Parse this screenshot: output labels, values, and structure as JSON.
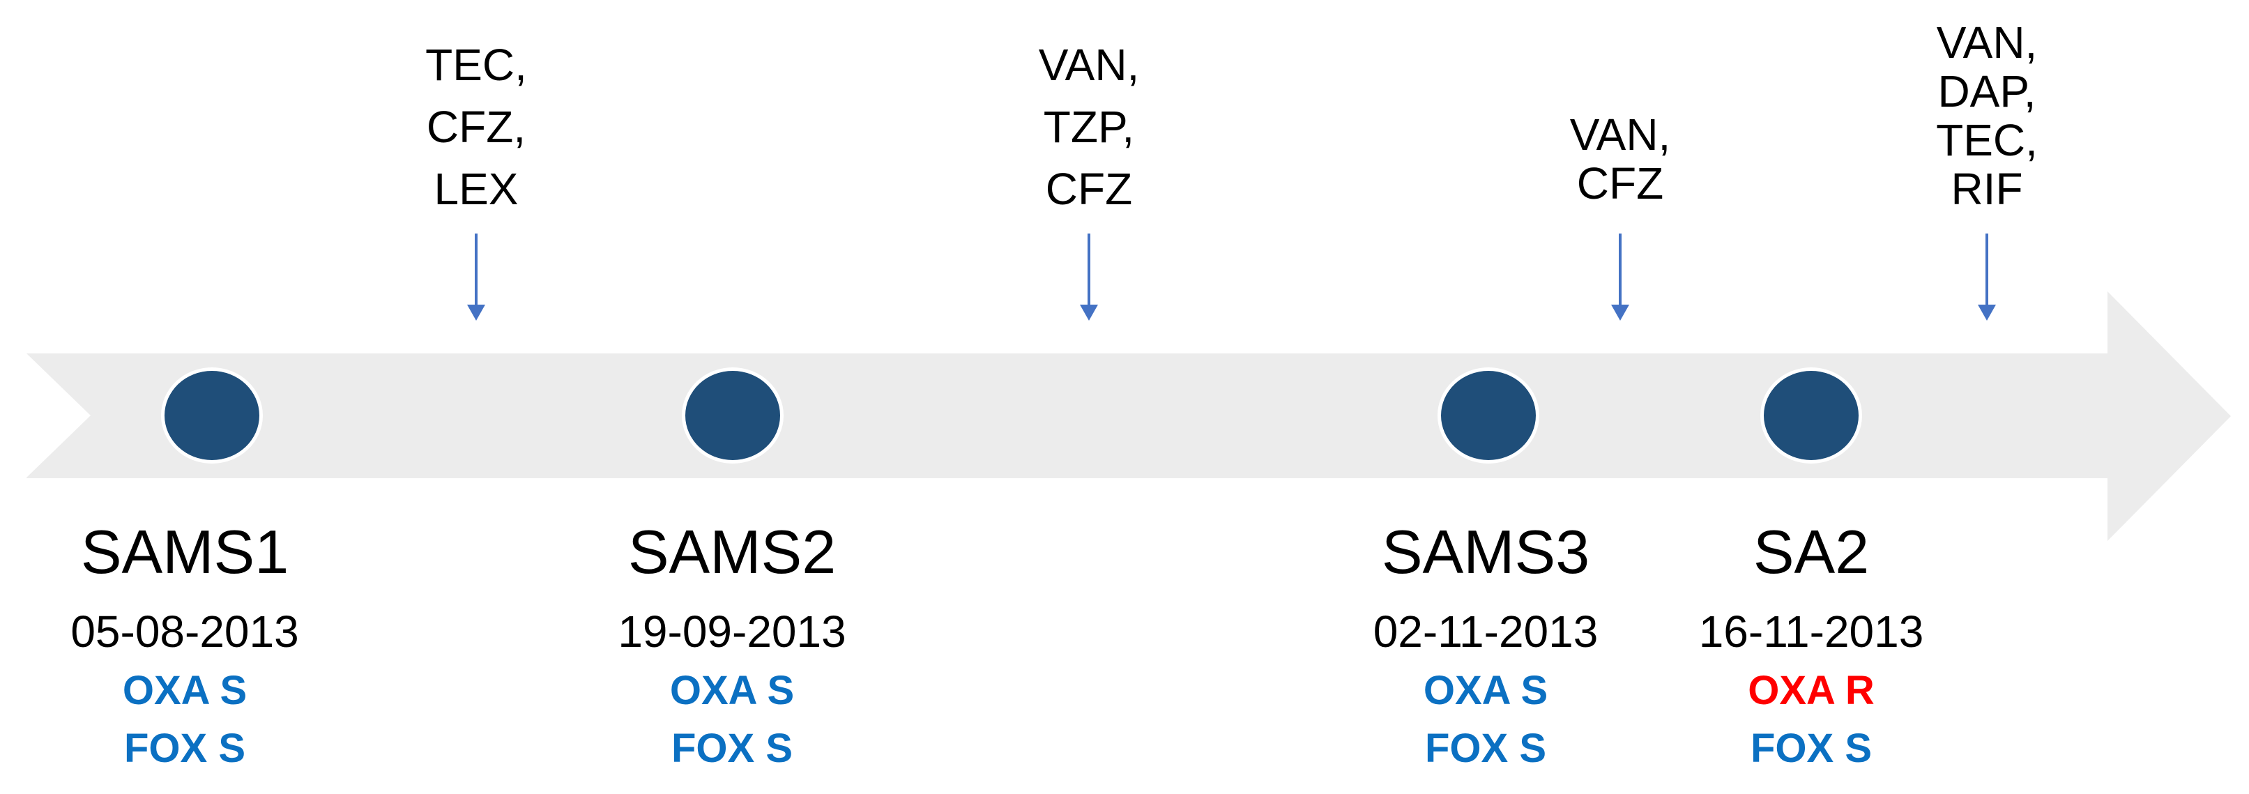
{
  "colors": {
    "background": "#ffffff",
    "timeline_band": "#ececec",
    "dot_fill": "#1f4e79",
    "dot_ring": "#ffffff",
    "annotation_arrow": "#4472c4",
    "text_black": "#000000",
    "susceptible_blue": "#0b70c2",
    "resistant_red": "#ff0000"
  },
  "treatment_annotations": [
    {
      "lines": [
        "TEC,",
        "CFZ,",
        "LEX"
      ]
    },
    {
      "lines": [
        "VAN,",
        "TZP,",
        "CFZ"
      ]
    },
    {
      "lines": [
        "VAN,",
        "CFZ"
      ]
    },
    {
      "lines": [
        "VAN,",
        "DAP,",
        "TEC,",
        "RIF"
      ]
    }
  ],
  "isolates": [
    {
      "name": "SAMS1",
      "date": "05-08-2013",
      "results": [
        {
          "label": "OXA S",
          "color": "#0b70c2"
        },
        {
          "label": "FOX S",
          "color": "#0b70c2"
        }
      ]
    },
    {
      "name": "SAMS2",
      "date": "19-09-2013",
      "results": [
        {
          "label": "OXA S",
          "color": "#0b70c2"
        },
        {
          "label": "FOX S",
          "color": "#0b70c2"
        }
      ]
    },
    {
      "name": "SAMS3",
      "date": "02-11-2013",
      "results": [
        {
          "label": "OXA S",
          "color": "#0b70c2"
        },
        {
          "label": "FOX S",
          "color": "#0b70c2"
        }
      ]
    },
    {
      "name": "SA2",
      "date": "16-11-2013",
      "results": [
        {
          "label": "OXA R",
          "color": "#ff0000"
        },
        {
          "label": "FOX S",
          "color": "#0b70c2"
        }
      ]
    }
  ]
}
